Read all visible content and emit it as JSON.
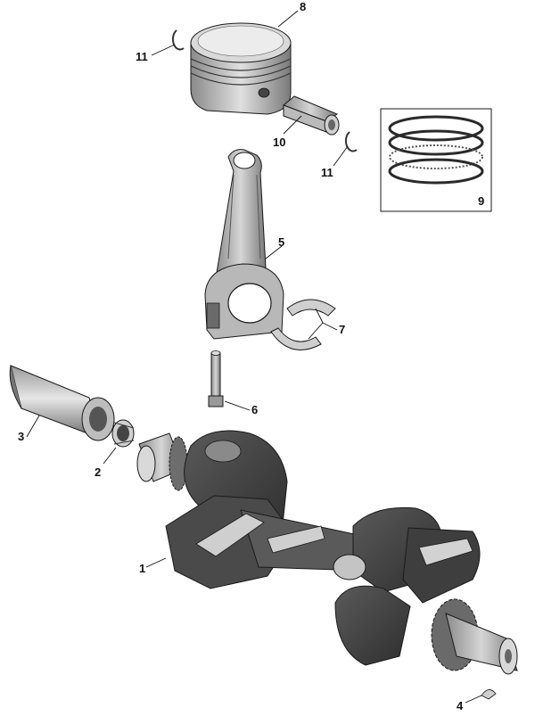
{
  "diagram": {
    "callouts": {
      "c1": "1",
      "c2": "2",
      "c3": "3",
      "c4": "4",
      "c5": "5",
      "c6": "6",
      "c7": "7",
      "c8": "8",
      "c9": "9",
      "c10": "10",
      "c11a": "11",
      "c11b": "11"
    }
  },
  "colors": {
    "part_dark": "#3b3b3b",
    "part_mid": "#7c7c7c",
    "part_light": "#c9c9c9",
    "outline": "#1a1a1a",
    "label": "#111111"
  }
}
